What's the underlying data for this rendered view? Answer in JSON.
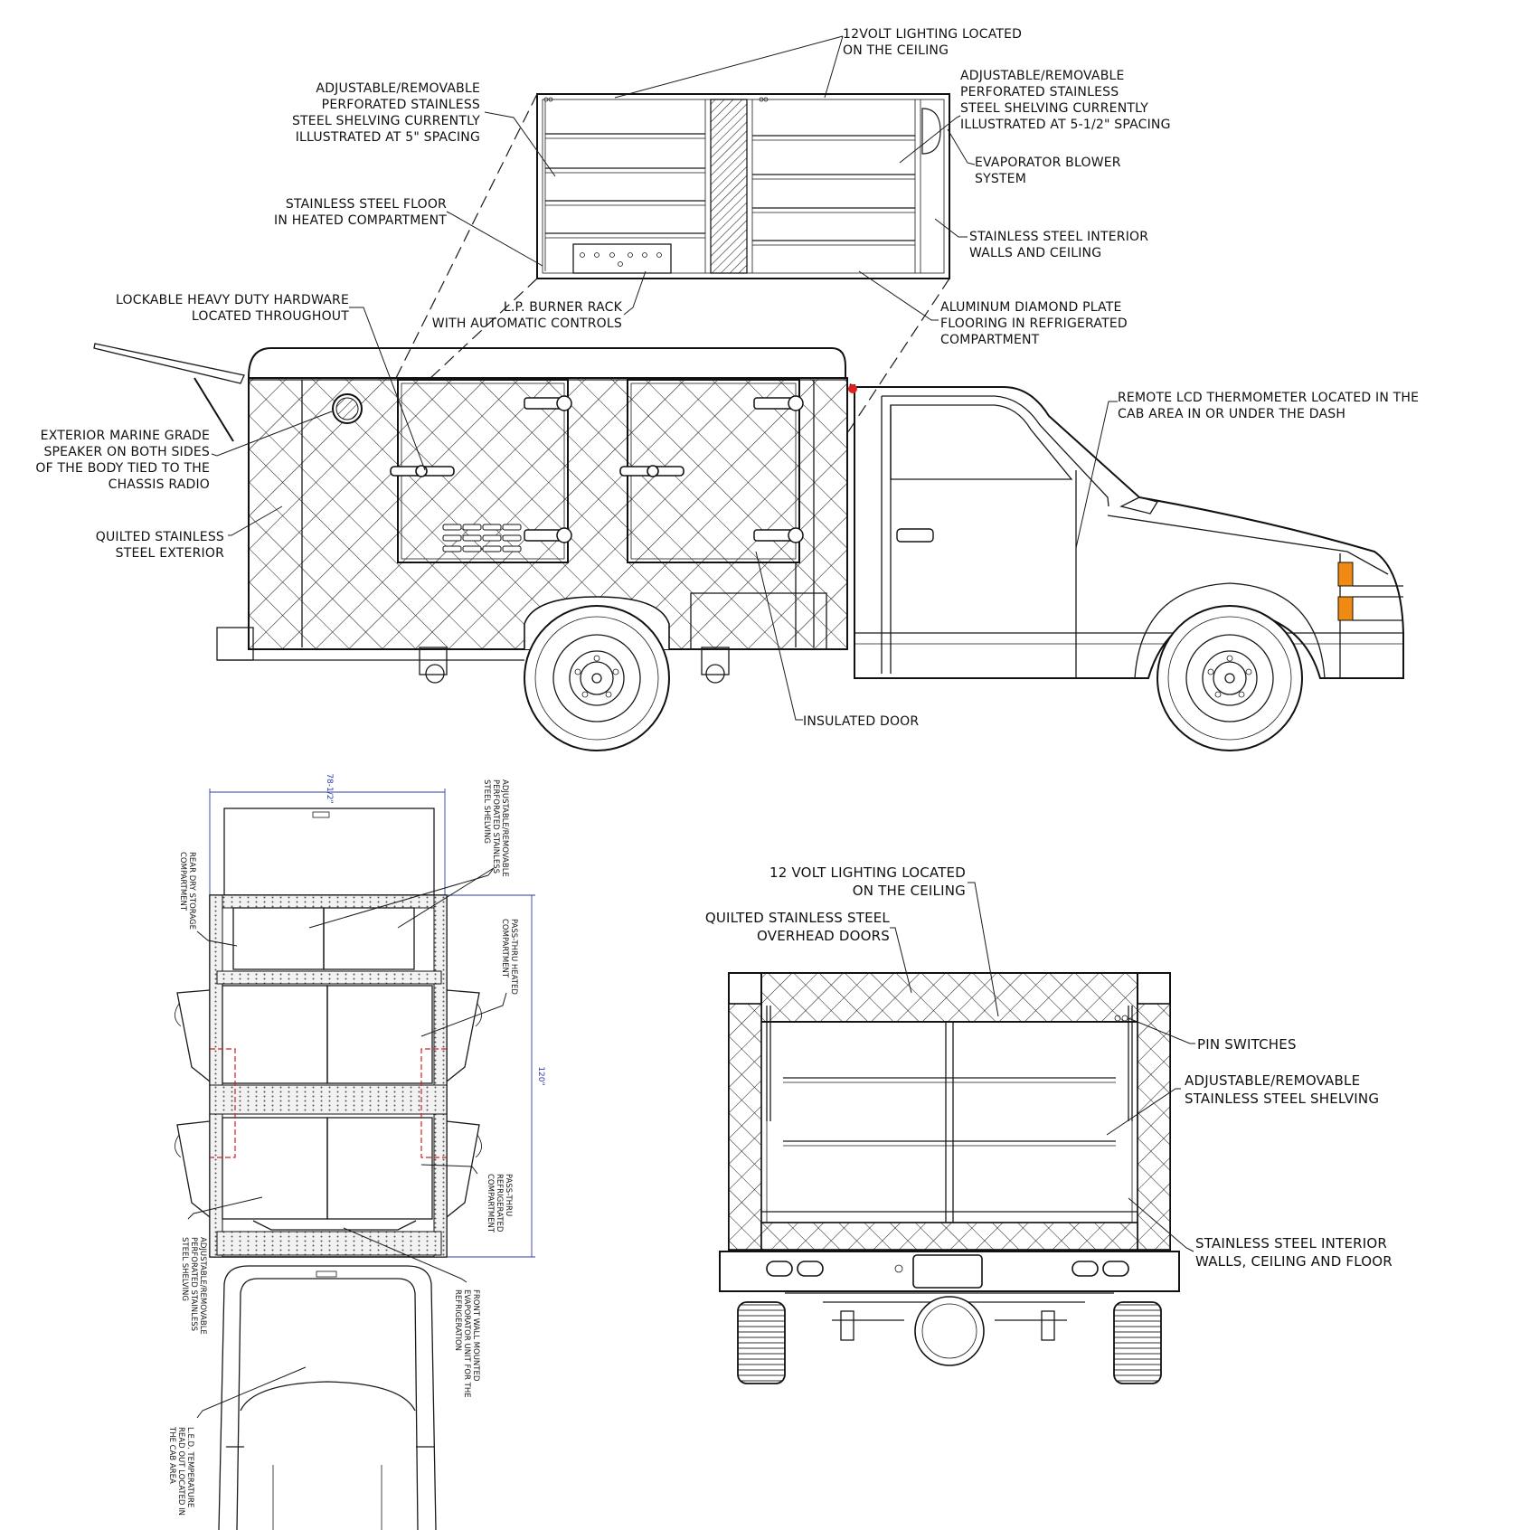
{
  "labels": {
    "top_lighting": [
      "12VOLT LIGHTING LOCATED",
      "ON THE CEILING"
    ],
    "top_shelving_left": [
      "ADJUSTABLE/REMOVABLE",
      "PERFORATED STAINLESS",
      "STEEL SHELVING CURRENTLY",
      "ILLUSTRATED AT 5\" SPACING"
    ],
    "top_shelving_right": [
      "ADJUSTABLE/REMOVABLE",
      "PERFORATED STAINLESS",
      "STEEL SHELVING CURRENTLY",
      "ILLUSTRATED AT 5-1/2\" SPACING"
    ],
    "evaporator": [
      "EVAPORATOR BLOWER",
      "SYSTEM"
    ],
    "floor_heated": [
      "STAINLESS STEEL FLOOR",
      "IN HEATED COMPARTMENT"
    ],
    "interior_walls": [
      "STAINLESS STEEL INTERIOR",
      "WALLS AND CEILING"
    ],
    "burner": [
      "L.P. BURNER RACK",
      "WITH AUTOMATIC CONTROLS"
    ],
    "diamond_floor": [
      "ALUMINUM DIAMOND PLATE",
      "FLOORING IN REFRIGERATED",
      "COMPARTMENT"
    ],
    "hardware": [
      "LOCKABLE HEAVY DUTY HARDWARE",
      "LOCATED THROUGHOUT"
    ],
    "thermometer": [
      "REMOTE LCD THERMOMETER LOCATED IN THE",
      "CAB AREA IN OR UNDER THE DASH"
    ],
    "speaker": [
      "EXTERIOR MARINE GRADE",
      "SPEAKER ON BOTH SIDES",
      "OF THE BODY TIED TO THE",
      "CHASSIS RADIO"
    ],
    "quilted": [
      "QUILTED STAINLESS",
      "STEEL EXTERIOR"
    ],
    "insulated_door": "INSULATED DOOR",
    "rear_lighting": [
      "12 VOLT LIGHTING LOCATED",
      "ON THE CEILING"
    ],
    "overhead_doors": [
      "QUILTED STAINLESS STEEL",
      "OVERHEAD DOORS"
    ],
    "pin_switches": "PIN SWITCHES",
    "rear_shelving": [
      "ADJUSTABLE/REMOVABLE",
      "STAINLESS STEEL SHELVING"
    ],
    "rear_walls": [
      "STAINLESS STEEL INTERIOR",
      "WALLS, CEILING AND FLOOR"
    ]
  },
  "plan_labels": {
    "shelving_top": [
      "ADJUSTABLE/REMOVABLE",
      "PERFORATED STAINLESS",
      "STEEL SHELVING"
    ],
    "rear_storage": [
      "REAR DRY STORAGE",
      "COMPARTMENT"
    ],
    "pass_heated": [
      "PASS-THRU HEATED",
      "COMPARTMENT"
    ],
    "pass_refrig": [
      "PASS-THRU",
      "REFRIGERATED",
      "COMPARTMENT"
    ],
    "shelving_bottom": [
      "ADJUSTABLE/REMOVABLE",
      "PERFORATED STAINLESS",
      "STEEL SHELVING"
    ],
    "evap_unit": [
      "FRONT WALL MOUNTED",
      "EVAPORATOR UNIT FOR THE",
      "REFRIGERATION"
    ],
    "led_temp": [
      "L.E.D. TEMPERATURE",
      "READ OUT LOCATED IN",
      "THE CAB AREA"
    ]
  },
  "dimensions": {
    "width": "78-1/2\"",
    "length": "120\""
  },
  "colors": {
    "marker_light": "#e02020",
    "amber_lamp": "#f08a12",
    "dimension": "#2f3aa8",
    "hidden_line": "#d42020"
  }
}
